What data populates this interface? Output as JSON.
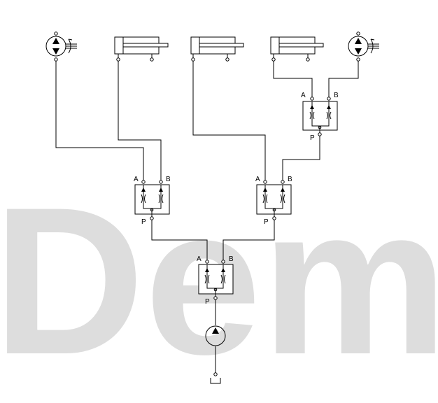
{
  "watermark": "Demo",
  "valves": [
    {
      "id": "main",
      "port_a": "A",
      "port_b": "B",
      "port_p": "P"
    },
    {
      "id": "left",
      "port_a": "A",
      "port_b": "B",
      "port_p": "P"
    },
    {
      "id": "right",
      "port_a": "A",
      "port_b": "B",
      "port_p": "P"
    },
    {
      "id": "top",
      "port_a": "A",
      "port_b": "B",
      "port_p": "P"
    }
  ],
  "colors": {
    "line": "#000000",
    "watermark": "#dddddd",
    "background": "#ffffff"
  },
  "icons": [
    "hydraulic-motor-icon",
    "hydraulic-cylinder-icon",
    "pump-icon",
    "tank-icon",
    "flow-divider-valve-icon"
  ]
}
